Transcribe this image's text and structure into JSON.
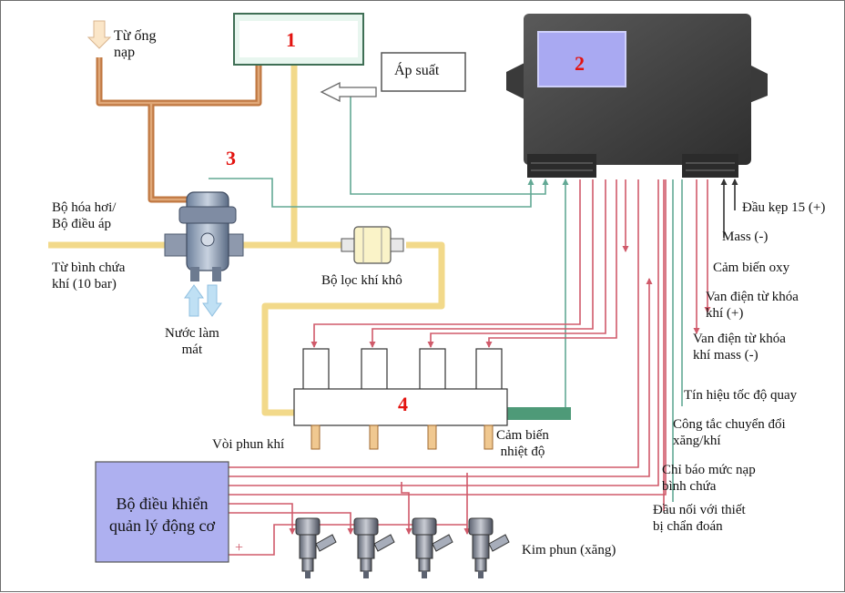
{
  "colors": {
    "hose_orange": "#c07842",
    "gas_yellow": "#f2d98a",
    "wire_red": "#d05a6a",
    "wire_green": "#62a894",
    "ecu_body": "#4a4a4a",
    "ecu_screen": "#a9a9f2",
    "controller": "#aeb0f0",
    "number_red": "#e3130f",
    "coolant_blue": "#bfe0f4"
  },
  "numbers": {
    "n1": "1",
    "n2": "2",
    "n3": "3",
    "n4": "4"
  },
  "labels": {
    "intake": "Từ ống\nnạp",
    "pressure": "Áp suất",
    "vaporizer": "Bộ hóa hơi/\nBộ điều áp",
    "tank": "Từ bình chứa\nkhí (10 bar)",
    "coolant": "Nước làm\nmát",
    "dry_filter": "Bộ lọc khí khô",
    "gas_injector": "Vòi phun khí",
    "temp_sensor": "Cảm biến\nnhiệt độ",
    "controller": "Bộ điều khiển\nquản lý động cơ",
    "plus": "+",
    "petrol_injector": "Kim phun (xăng)",
    "terminal15": "Đầu kẹp 15 (+)",
    "mass": "Mass (-)",
    "oxy": "Cảm biến oxy",
    "valve_plus": "Van điện từ khóa\nkhí (+)",
    "valve_mass": "Van điện từ khóa\nkhí mass (-)",
    "rpm": "Tín hiệu tốc độ quay",
    "switch": "Công tắc chuyển đổi\nxăng/khí",
    "level": "Chỉ báo mức nạp\nbình chứa",
    "diag": "Đầu nối với thiết\nbị chẩn đoán"
  }
}
